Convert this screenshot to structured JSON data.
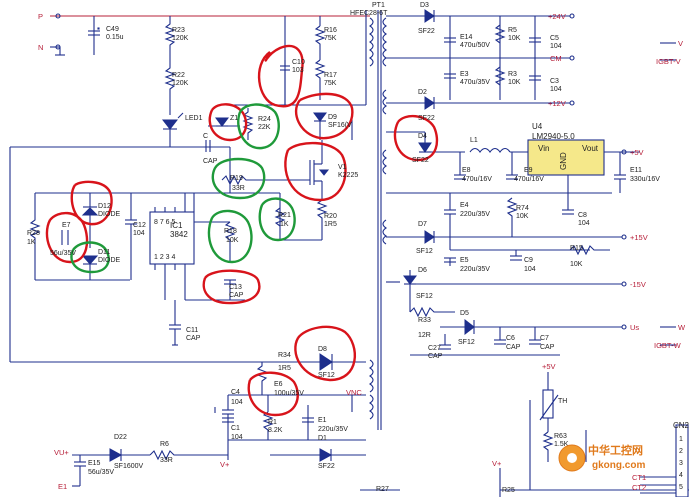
{
  "nets": {
    "p": "P",
    "n": "N",
    "p24": "+24V",
    "cm": "CM",
    "p12": "+12V",
    "p5": "+5V",
    "p15": "+15V",
    "m15": "-15V",
    "us": "Us",
    "igbt_v": "IGBT-V",
    "igbt_w": "IGBT-W",
    "v": "V",
    "w": "W",
    "vu": "VU+",
    "vplus": "V+",
    "vplus2": "V+",
    "e1": "E1",
    "vnc": "VNC",
    "p5b": "+5V",
    "ct1": "CT1",
    "ct2": "CT2"
  },
  "transformer": {
    "ref": "PT1",
    "model": "HFEC28-6T"
  },
  "ic": {
    "ref": "IC1",
    "model": "3842",
    "pins_top": "8 7 6 5",
    "pins_bottom": "1 2 3 4"
  },
  "regulator": {
    "ref": "U4",
    "model": "LM2940-5.0",
    "vin": "Vin",
    "vout": "Vout",
    "gnd": "GND"
  },
  "components": {
    "c49": {
      "ref": "C49",
      "val": "0.15u"
    },
    "r23": {
      "ref": "R23",
      "val": "120K"
    },
    "r22": {
      "ref": "R22",
      "val": "120K"
    },
    "led1": {
      "ref": "LED1"
    },
    "z1": {
      "ref": "Z1"
    },
    "r24": {
      "ref": "R24",
      "val": "22K"
    },
    "c": {
      "ref": "C",
      "val": "CAP"
    },
    "r16": {
      "ref": "R16",
      "val": "75K"
    },
    "c10": {
      "ref": "C10",
      "val": "103"
    },
    "r17": {
      "ref": "R17",
      "val": "75K"
    },
    "d9": {
      "ref": "D9",
      "val": "SF16(V"
    },
    "v1": {
      "ref": "V1",
      "val": "K2225"
    },
    "r19": {
      "ref": "R19",
      "val": "33R"
    },
    "r21": {
      "ref": "R21",
      "val": "1K"
    },
    "r20": {
      "ref": "R20",
      "val": "1R5"
    },
    "r18": {
      "ref": "R18",
      "val": "10K"
    },
    "c13": {
      "ref": "C13",
      "val": "CAP"
    },
    "c11": {
      "ref": "C11",
      "val": "CAP"
    },
    "c12": {
      "ref": "C12",
      "val": "104"
    },
    "d12": {
      "ref": "D12",
      "val": "DIODE"
    },
    "d11": {
      "ref": "D11",
      "val": "DIODE"
    },
    "r28": {
      "ref": "R28",
      "val": "1K"
    },
    "e7": {
      "ref": "E7",
      "val": "56u/35V"
    },
    "d3": {
      "ref": "D3",
      "val": "SF22"
    },
    "e14": {
      "ref": "E14",
      "val": "470u/50V"
    },
    "r5": {
      "ref": "R5",
      "val": "10K"
    },
    "c5": {
      "ref": "C5",
      "val": "104"
    },
    "e3": {
      "ref": "E3",
      "val": "470u/35V"
    },
    "r3": {
      "ref": "R3",
      "val": "10K"
    },
    "c3": {
      "ref": "C3",
      "val": "104"
    },
    "d2": {
      "ref": "D2",
      "val": "SF22"
    },
    "d4": {
      "ref": "D4",
      "val": "SF22"
    },
    "l1": {
      "ref": "L1"
    },
    "e8": {
      "ref": "E8",
      "val": "470u/16V"
    },
    "e9": {
      "ref": "E9",
      "val": "470u/16V"
    },
    "e11": {
      "ref": "E11",
      "val": "330u/16V"
    },
    "e4": {
      "ref": "E4",
      "val": "220u/35V"
    },
    "r74": {
      "ref": "R74",
      "val": "10K"
    },
    "c8": {
      "ref": "C8",
      "val": "104"
    },
    "d7": {
      "ref": "D7",
      "val": "SF12"
    },
    "e5": {
      "ref": "E5",
      "val": "220u/35V"
    },
    "c9": {
      "ref": "C9",
      "val": "104"
    },
    "r15": {
      "ref": "R15",
      "val": "10K"
    },
    "d6": {
      "ref": "D6",
      "val": "SF12"
    },
    "r33": {
      "ref": "R33",
      "val": "12R"
    },
    "d5": {
      "ref": "D5",
      "val": "SF12"
    },
    "c27": {
      "ref": "C27",
      "val": "CAP"
    },
    "c6": {
      "ref": "C6",
      "val": "CAP"
    },
    "c7": {
      "ref": "C7",
      "val": "CAP"
    },
    "r34": {
      "ref": "R34",
      "val": "1R5"
    },
    "d8": {
      "ref": "D8",
      "val": "SF12"
    },
    "e6": {
      "ref": "E6",
      "val": "100u/35V"
    },
    "c4": {
      "ref": "C4",
      "val": "104"
    },
    "c1": {
      "ref": "C1",
      "val": "104"
    },
    "r1": {
      "ref": "R1",
      "val": "8.2K"
    },
    "e1c": {
      "ref": "E1",
      "val": "220u/35V"
    },
    "d1": {
      "ref": "D1",
      "val": "SF22"
    },
    "d22": {
      "ref": "D22",
      "val": "SF1600V"
    },
    "r6": {
      "ref": "R6",
      "val": "33R"
    },
    "e15": {
      "ref": "E15",
      "val": "56u/35V"
    },
    "th": {
      "ref": "TH"
    },
    "r63": {
      "ref": "R63",
      "val": "1.5K"
    },
    "r27": {
      "ref": "R27"
    },
    "r25": {
      "ref": "R25"
    },
    "cn2": {
      "ref": "CN2",
      "pins": [
        "1",
        "2",
        "3",
        "4",
        "5"
      ]
    }
  },
  "watermark": {
    "cn": "中华工控网",
    "url": "gkong.com"
  },
  "colors": {
    "wire": "#1e2f8c",
    "red_mark": "#d8141b",
    "green_mark": "#1f9a3a",
    "regulator_fill": "#f5e88a"
  }
}
